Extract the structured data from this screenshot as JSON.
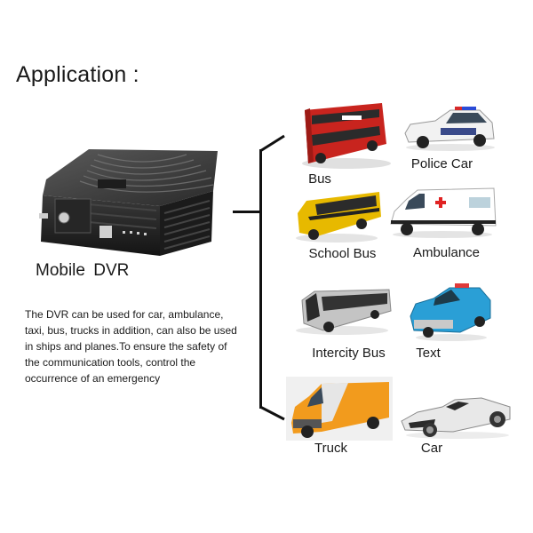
{
  "title": "Application :",
  "device": {
    "label": "Mobile  DVR",
    "icon": "mobile-dvr-device"
  },
  "description": "The DVR can be used for  car,  ambulance,\ntaxi, bus, trucks in addition, can also be used\nin ships and planes.To ensure the safety of\nthe communication tools, control the\noccurrence of an emergency",
  "vehicles": [
    {
      "label": "Bus",
      "icon": "double-decker-bus",
      "color": "#c8241e"
    },
    {
      "label": "Police Car",
      "icon": "police-car",
      "color": "#f2f2f2"
    },
    {
      "label": "School Bus",
      "icon": "school-bus",
      "color": "#e7b900"
    },
    {
      "label": "Ambulance",
      "icon": "ambulance",
      "color": "#ffffff"
    },
    {
      "label": "Intercity Bus",
      "icon": "intercity-bus",
      "color": "#b8b8b8"
    },
    {
      "label": "Text",
      "icon": "taxi",
      "color": "#2a9fd6"
    },
    {
      "label": "Truck",
      "icon": "delivery-van",
      "color": "#f29b1d"
    },
    {
      "label": "Car",
      "icon": "sports-car",
      "color": "#e8e8e8"
    }
  ]
}
